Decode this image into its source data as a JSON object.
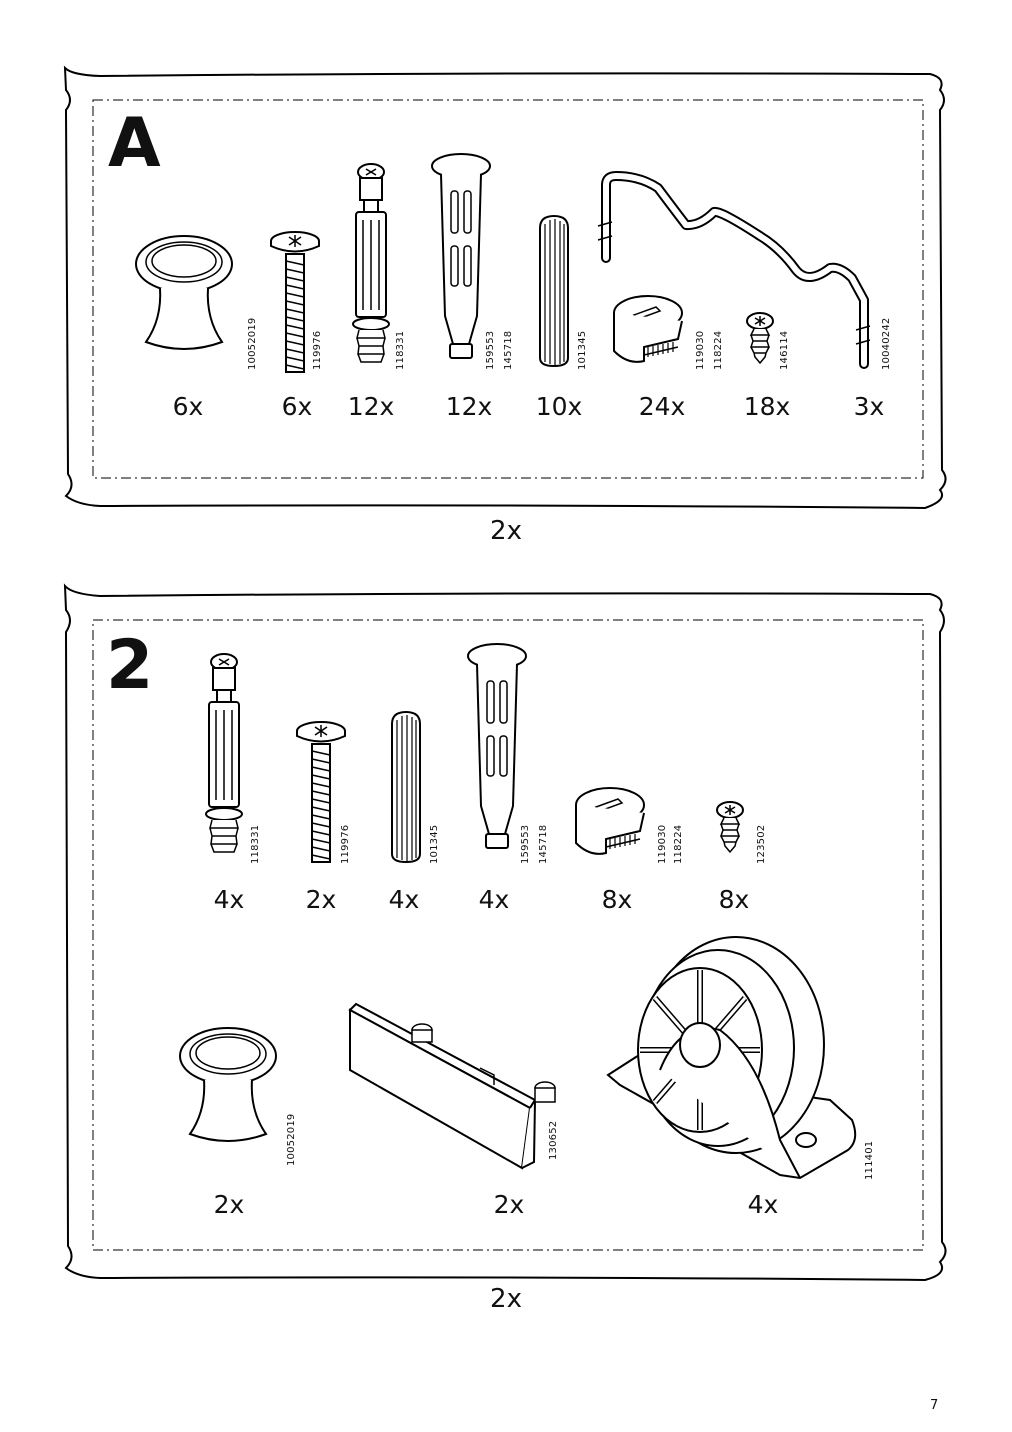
{
  "bags": [
    {
      "letter": "A",
      "multiplier": "2x",
      "items": [
        {
          "name": "knob",
          "quantity": "6x",
          "part_numbers": [
            "10052019"
          ]
        },
        {
          "name": "bolt",
          "quantity": "6x",
          "part_numbers": [
            "119976"
          ]
        },
        {
          "name": "cam-dowel",
          "quantity": "12x",
          "part_numbers": [
            "118331"
          ]
        },
        {
          "name": "plastic-pin",
          "quantity": "12x",
          "part_numbers": [
            "159553",
            "145718"
          ]
        },
        {
          "name": "wooden-dowel",
          "quantity": "10x",
          "part_numbers": [
            "101345"
          ]
        },
        {
          "name": "cam-lock",
          "quantity": "24x",
          "part_numbers": [
            "119030",
            "118224"
          ]
        },
        {
          "name": "small-screw",
          "quantity": "18x",
          "part_numbers": [
            "146114"
          ]
        },
        {
          "name": "wire-rod",
          "quantity": "3x",
          "part_numbers": [
            "10040242"
          ]
        }
      ]
    },
    {
      "letter": "2",
      "multiplier": "2x",
      "items": [
        {
          "name": "cam-dowel",
          "quantity": "4x",
          "part_numbers": [
            "118331"
          ]
        },
        {
          "name": "bolt",
          "quantity": "2x",
          "part_numbers": [
            "119976"
          ]
        },
        {
          "name": "wooden-dowel",
          "quantity": "4x",
          "part_numbers": [
            "101345"
          ]
        },
        {
          "name": "plastic-pin",
          "quantity": "4x",
          "part_numbers": [
            "159553",
            "145718"
          ]
        },
        {
          "name": "cam-lock",
          "quantity": "8x",
          "part_numbers": [
            "119030",
            "118224"
          ]
        },
        {
          "name": "small-screw",
          "quantity": "8x",
          "part_numbers": [
            "123502"
          ]
        },
        {
          "name": "knob",
          "quantity": "2x",
          "part_numbers": [
            "10052019"
          ]
        },
        {
          "name": "drawer-stop",
          "quantity": "2x",
          "part_numbers": [
            "130652"
          ]
        },
        {
          "name": "castor",
          "quantity": "4x",
          "part_numbers": [
            "111401"
          ]
        }
      ]
    }
  ],
  "page_number": "7"
}
